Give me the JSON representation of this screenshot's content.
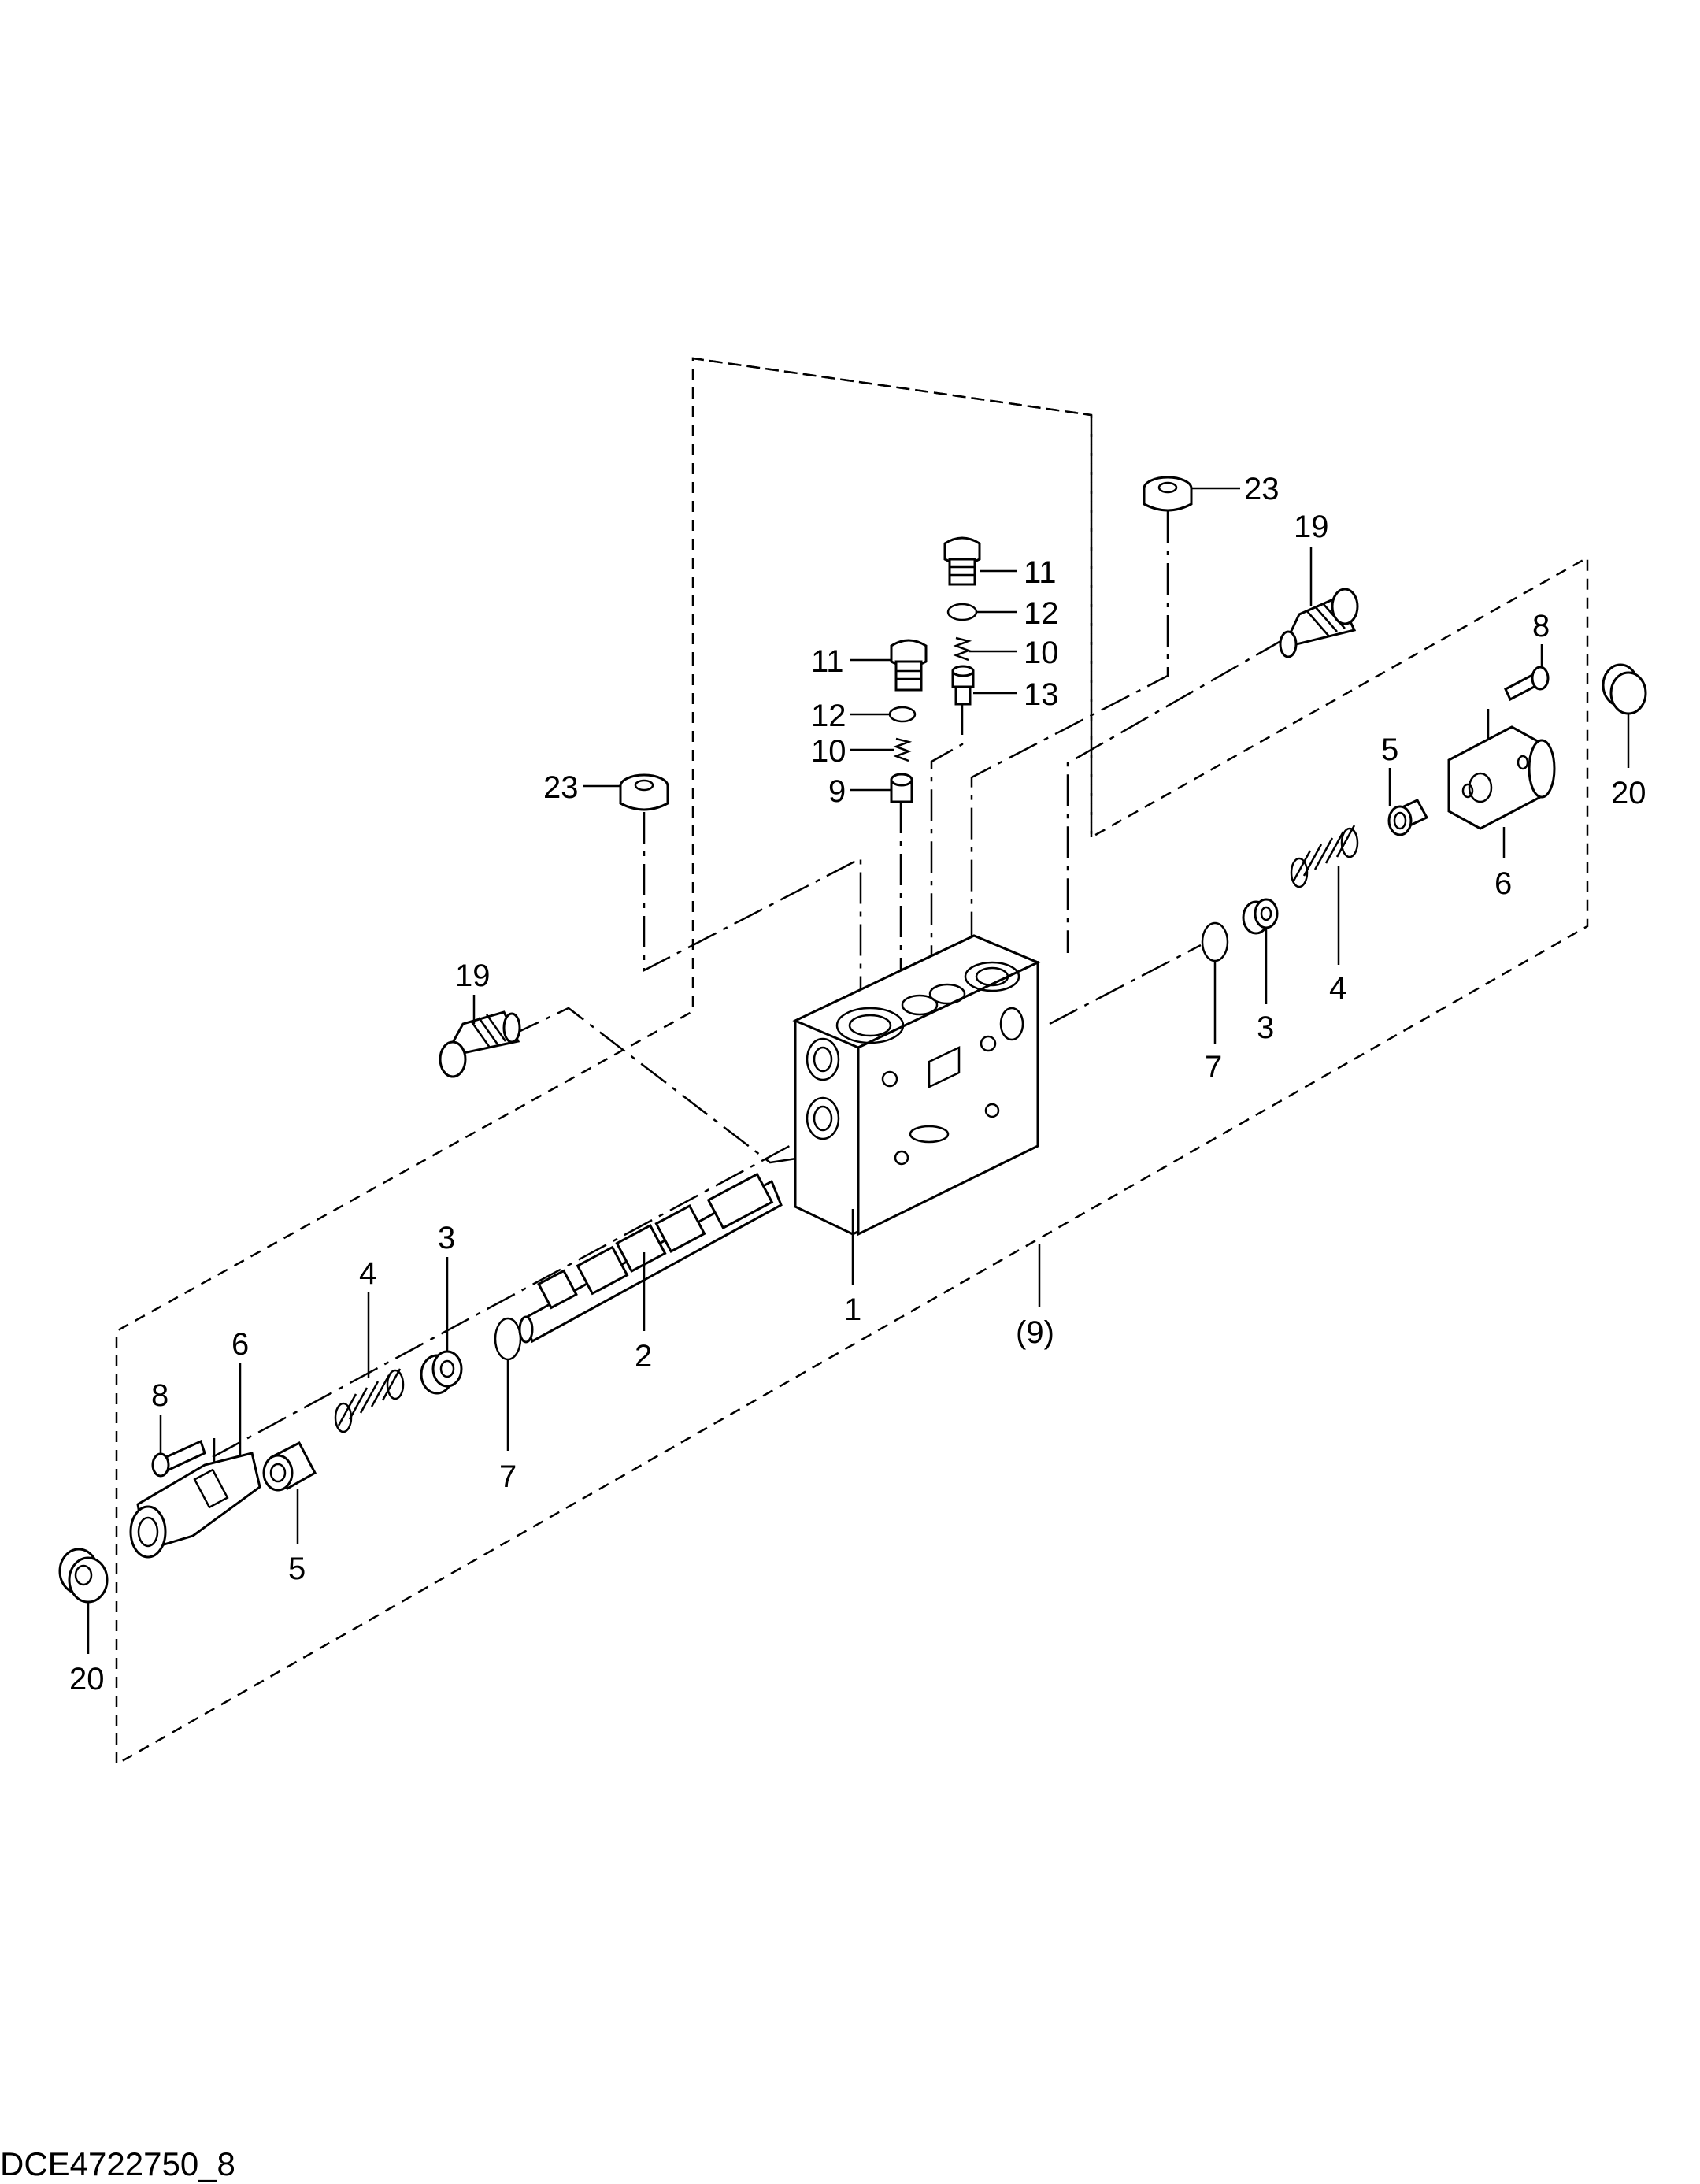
{
  "drawing_id": "DCE4722750_8",
  "callouts": {
    "c23_top": "23",
    "c19_top": "19",
    "c11_a": "11",
    "c12_a": "12",
    "c10_a": "10",
    "c13": "13",
    "c11_b": "11",
    "c12_b": "12",
    "c10_b": "10",
    "c9": "9",
    "c23_left": "23",
    "c8_right": "8",
    "c20_right": "20",
    "c5_right": "5",
    "c6_right": "6",
    "c4_right": "4",
    "c3_right": "3",
    "c7_right": "7",
    "c19_left": "19",
    "c1": "1",
    "c2": "2",
    "c9_group": "(9)",
    "c3_left": "3",
    "c4_left": "4",
    "c6_left": "6",
    "c8_left": "8",
    "c7_left": "7",
    "c5_left": "5",
    "c20_left": "20"
  }
}
